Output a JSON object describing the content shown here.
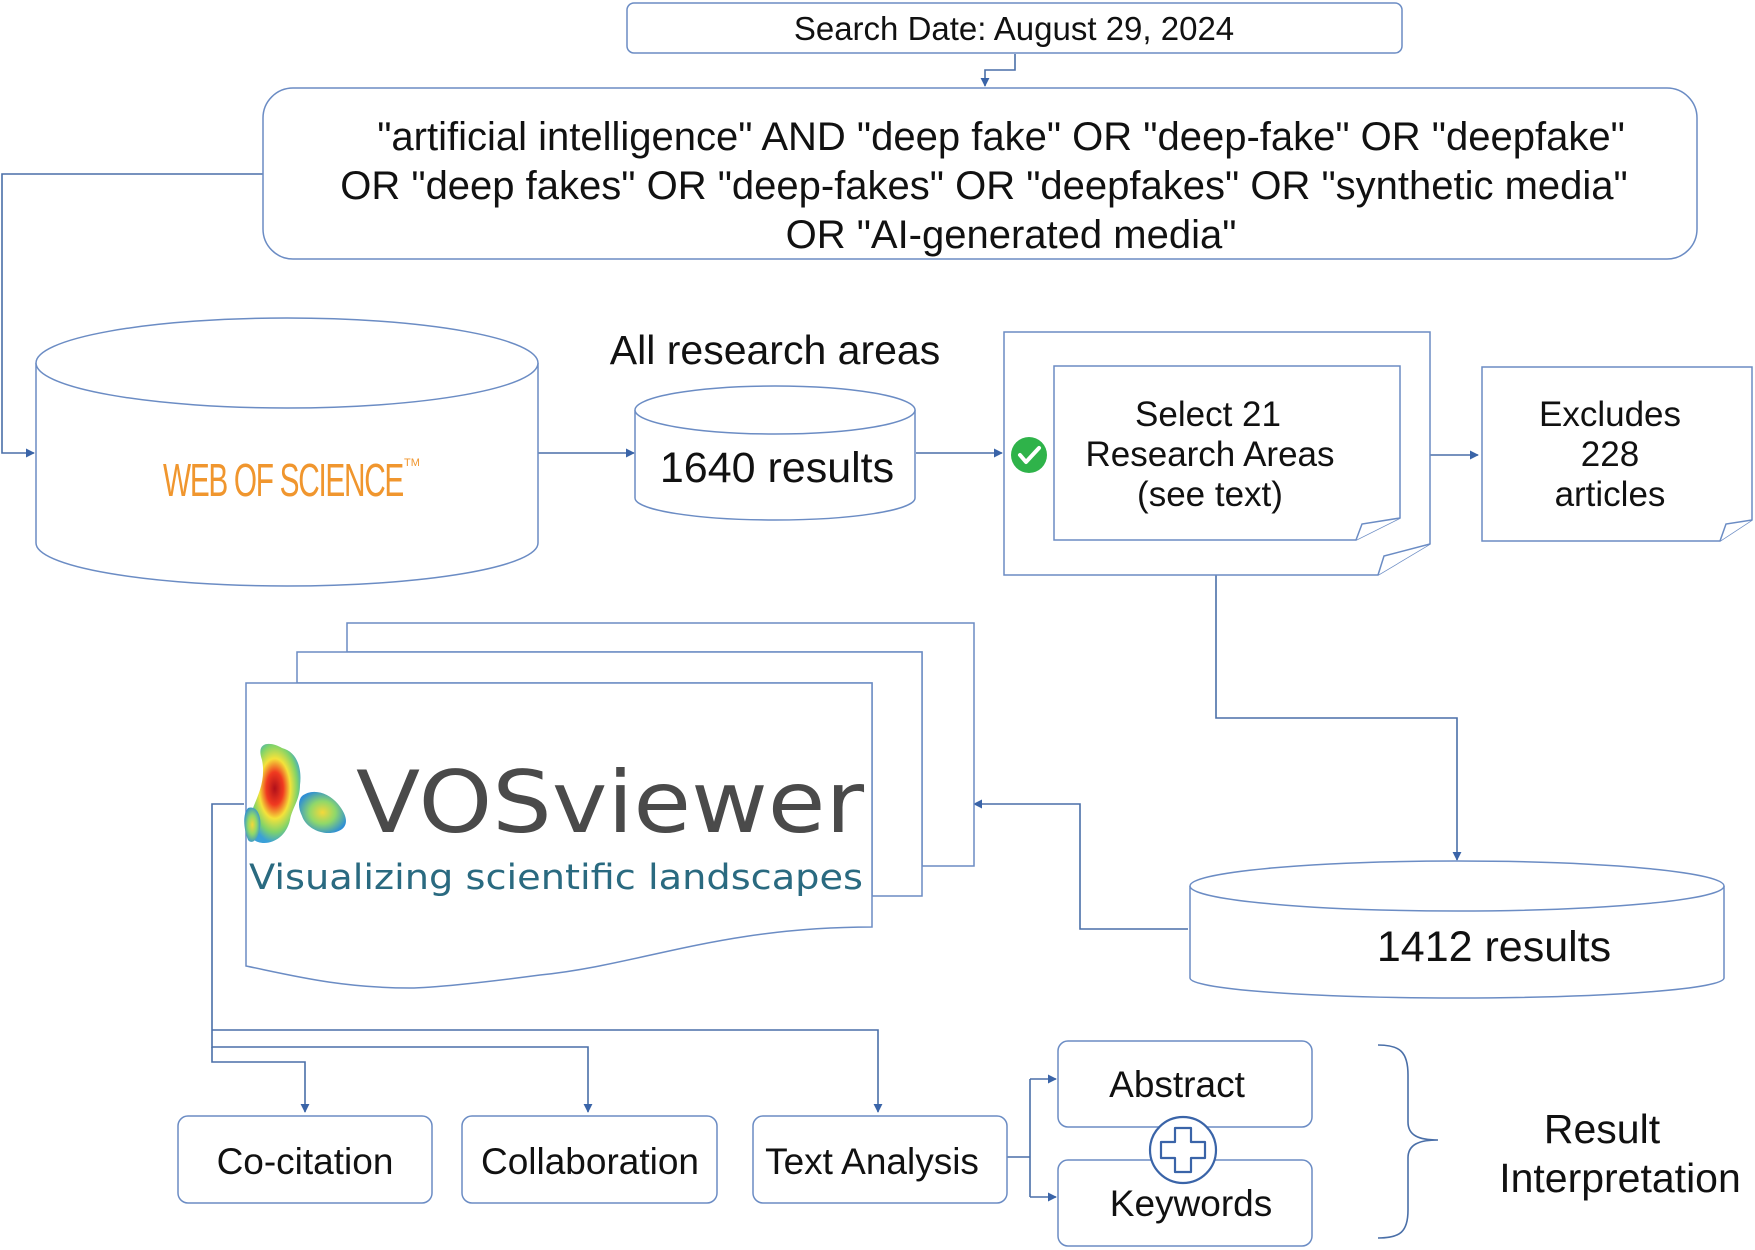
{
  "search_date": "Search Date: August 29, 2024",
  "query": {
    "line1": "\"artificial intelligence\" AND \"deep fake\" OR \"deep-fake\" OR \"deepfake\"",
    "line2": "OR \"deep fakes\" OR \"deep-fakes\" OR \"deepfakes\" OR \"synthetic media\"",
    "line3": "OR \"AI-generated media\""
  },
  "database": {
    "logo_text": "WEB OF SCIENCE",
    "logo_tm": "TM",
    "logo_color": "#f0962e"
  },
  "all_areas": {
    "label": "All research areas",
    "results": "1640 results"
  },
  "select_areas": {
    "line1": "Select  21",
    "line2": "Research Areas",
    "line3": "(see text)",
    "check_color": "#2fb34a"
  },
  "excludes": {
    "line1": "Excludes",
    "line2": "228",
    "line3": "articles"
  },
  "final_results": "1412 results",
  "tool": {
    "name": "VOSviewer",
    "tagline": "Visualizing scientific landscapes",
    "name_color": "#4a4a4a",
    "tagline_color": "#2a6a80"
  },
  "analyses": {
    "cocitation": "Co-citation",
    "collaboration": "Collaboration",
    "text_analysis": "Text Analysis"
  },
  "text_outputs": {
    "abstract": "Abstract",
    "keywords": "Keywords"
  },
  "interpretation": {
    "line1": "Result",
    "line2": "Interpretation"
  },
  "colors": {
    "line": "#4a6fa8",
    "box_border": "#6b8cc4"
  }
}
